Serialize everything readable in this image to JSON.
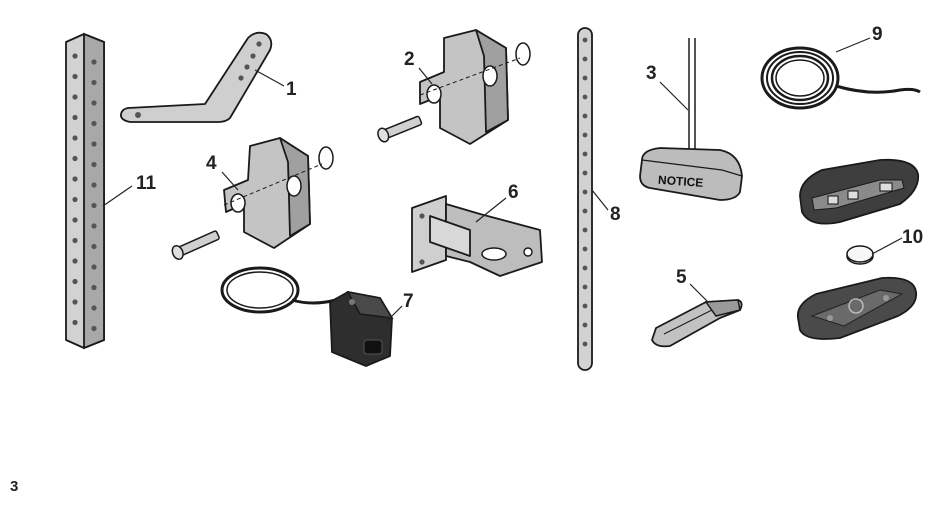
{
  "parts": {
    "angle_iron": {
      "number": "11",
      "icon": "perforated-angle-iron-icon"
    },
    "door_arm_curved": {
      "number": "1",
      "icon": "curved-door-arm-icon"
    },
    "door_bracket_top": {
      "number": "2",
      "icon": "door-bracket-with-pin-icon"
    },
    "door_bracket_lower": {
      "number": "4",
      "icon": "door-bracket-with-pin-icon"
    },
    "header_bracket": {
      "number": "6",
      "icon": "header-bracket-icon"
    },
    "safety_sensor": {
      "number": "7",
      "icon": "safety-sensor-with-cable-icon"
    },
    "straight_arm": {
      "number": "8",
      "icon": "straight-door-arm-icon"
    },
    "notice_tag": {
      "number": "3",
      "label": "NOTICE",
      "icon": "emergency-release-notice-tag-icon"
    },
    "bell_wire": {
      "number": "9",
      "icon": "coiled-wire-icon"
    },
    "remote_battery": {
      "number": "10",
      "icon": "remote-control-battery-icon"
    },
    "visor_clip": {
      "number": "5",
      "icon": "visor-clip-icon"
    }
  },
  "footer": {
    "mark": "3"
  },
  "colors": {
    "metal": "#c8c8c8",
    "metal_shade": "#9e9e9e",
    "dark": "#3a3a3a",
    "sensor": "#2b2b2b",
    "line": "#1a1a1a"
  }
}
